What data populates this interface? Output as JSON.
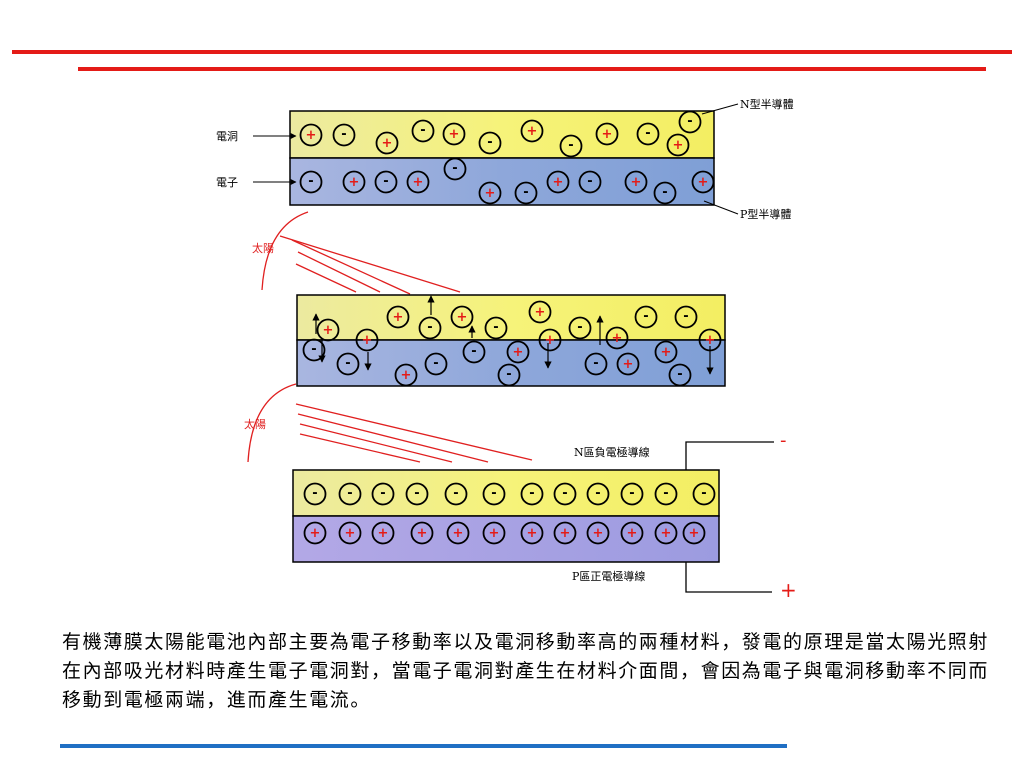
{
  "colors": {
    "top_rule": "#e41b17",
    "bottom_rule": "#1f6fc4",
    "n_layer": "#f2ef78",
    "p_layer": "#8aa5d8",
    "hole_sign": "#e41b17",
    "sun": "#e02020",
    "terminal": "#e41b17"
  },
  "labels": {
    "hole": "電洞",
    "electron": "電子",
    "n_type": "N型半導體",
    "p_type": "P型半導體",
    "sun_1": "太陽",
    "sun_2": "太陽",
    "n_wire": "N區負電極導線",
    "p_wire": "P區正電極導線",
    "neg_terminal": "-",
    "pos_terminal": "+"
  },
  "glyphs": {
    "hole": "+",
    "electron": "-"
  },
  "description": "有機薄膜太陽能電池內部主要為電子移動率以及電洞移動率高的兩種材料，發電的原理是當太陽光照射在內部吸光材料時產生電子電洞對，當電子電洞對產生在材料介面間，會因為電子與電洞移動率不同而移動到電極兩端，進而產生電流。"
}
